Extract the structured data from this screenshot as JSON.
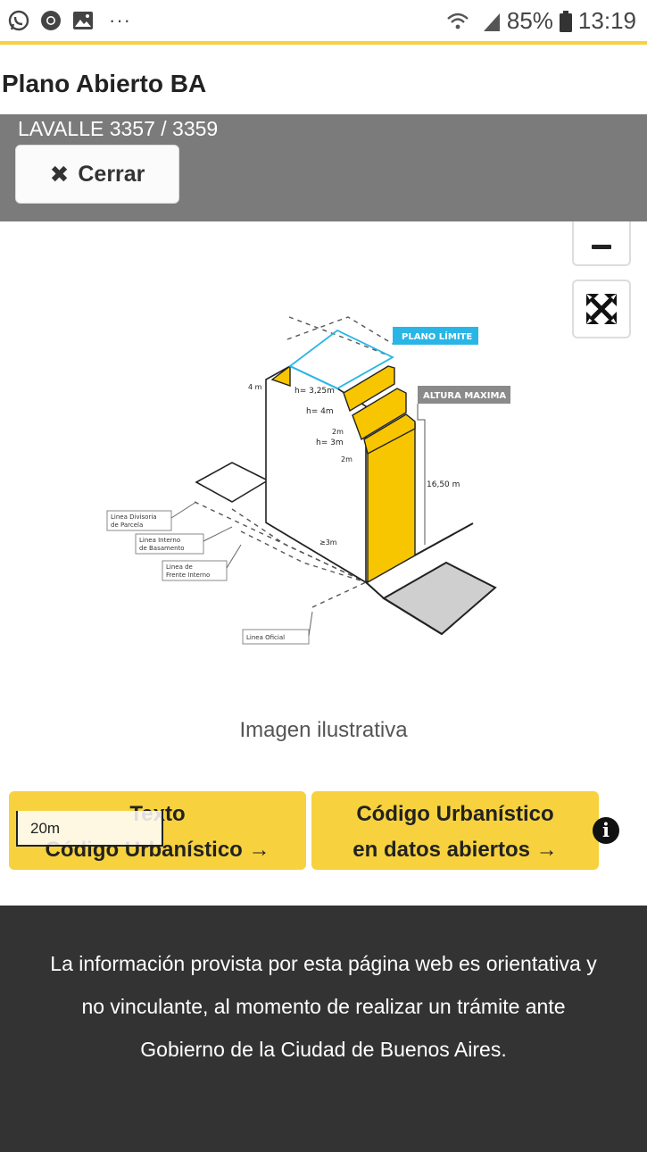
{
  "status_bar": {
    "icons": [
      "whatsapp-icon",
      "chrome-icon",
      "image-icon"
    ],
    "overflow": "···",
    "battery": "85%",
    "time": "13:19",
    "accent_color": "#f7d23e"
  },
  "app": {
    "title": "Plano Abierto BA"
  },
  "panel": {
    "address": "LAVALLE 3357 / 3359",
    "close_label": "Cerrar"
  },
  "illustration": {
    "labels": {
      "plano_limite": "PLANO LÍMITE",
      "altura_maxima": "ALTURA MAXIMA",
      "h325": "h= 3,25m",
      "h4": "h= 4m",
      "m2a": "2m",
      "h3": "h= 3m",
      "m2b": "2m",
      "m4": "4 m",
      "h1650": "16,50 m",
      "x3m": "≥3m",
      "divisoria_1": "Linea Divisoria",
      "divisoria_2": "de Parcela",
      "interno_1": "Linea Interno",
      "interno_2": "de Basamento",
      "frente_1": "Linea de",
      "frente_2": "Frente Interno",
      "oficial": "Linea Oficial"
    },
    "colors": {
      "yellow": "#f7c600",
      "cyan": "#29b6e6",
      "gray_label": "#8a8a8a"
    },
    "caption": "Imagen ilustrativa"
  },
  "links": {
    "left_line1": "Texto",
    "left_line2": "Código Urbanístico →",
    "right_line1": "Código Urbanístico",
    "right_line2": "en datos abiertos →"
  },
  "map": {
    "scale": "20m"
  },
  "footer": {
    "disclaimer": "La información provista por esta página web es orientativa y no vinculante, al momento de realizar un trámite ante Gobierno de la Ciudad de Buenos Aires."
  }
}
